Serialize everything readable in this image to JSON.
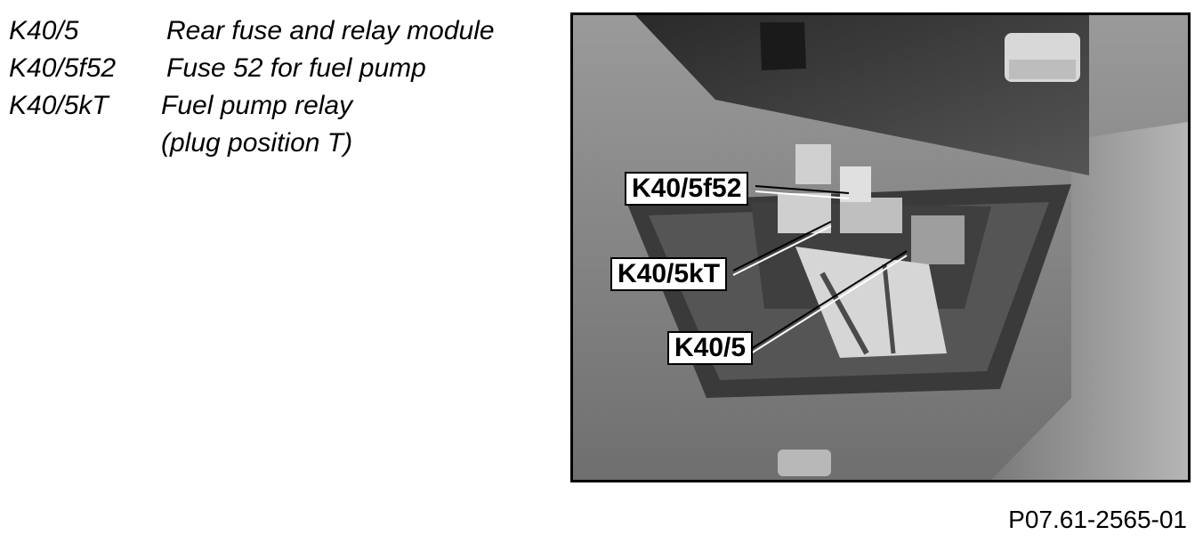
{
  "legend": [
    {
      "code": "K40/5",
      "description": "Rear fuse and relay module"
    },
    {
      "code": "K40/5f52",
      "description": "Fuse 52 for fuel pump"
    },
    {
      "code": "K40/5kT",
      "description": "Fuel pump relay",
      "description_line2": "(plug position T)"
    }
  ],
  "callouts": {
    "fuse": "K40/5f52",
    "relay": "K40/5kT",
    "module": "K40/5"
  },
  "figure_id": "P07.61-2565-01"
}
